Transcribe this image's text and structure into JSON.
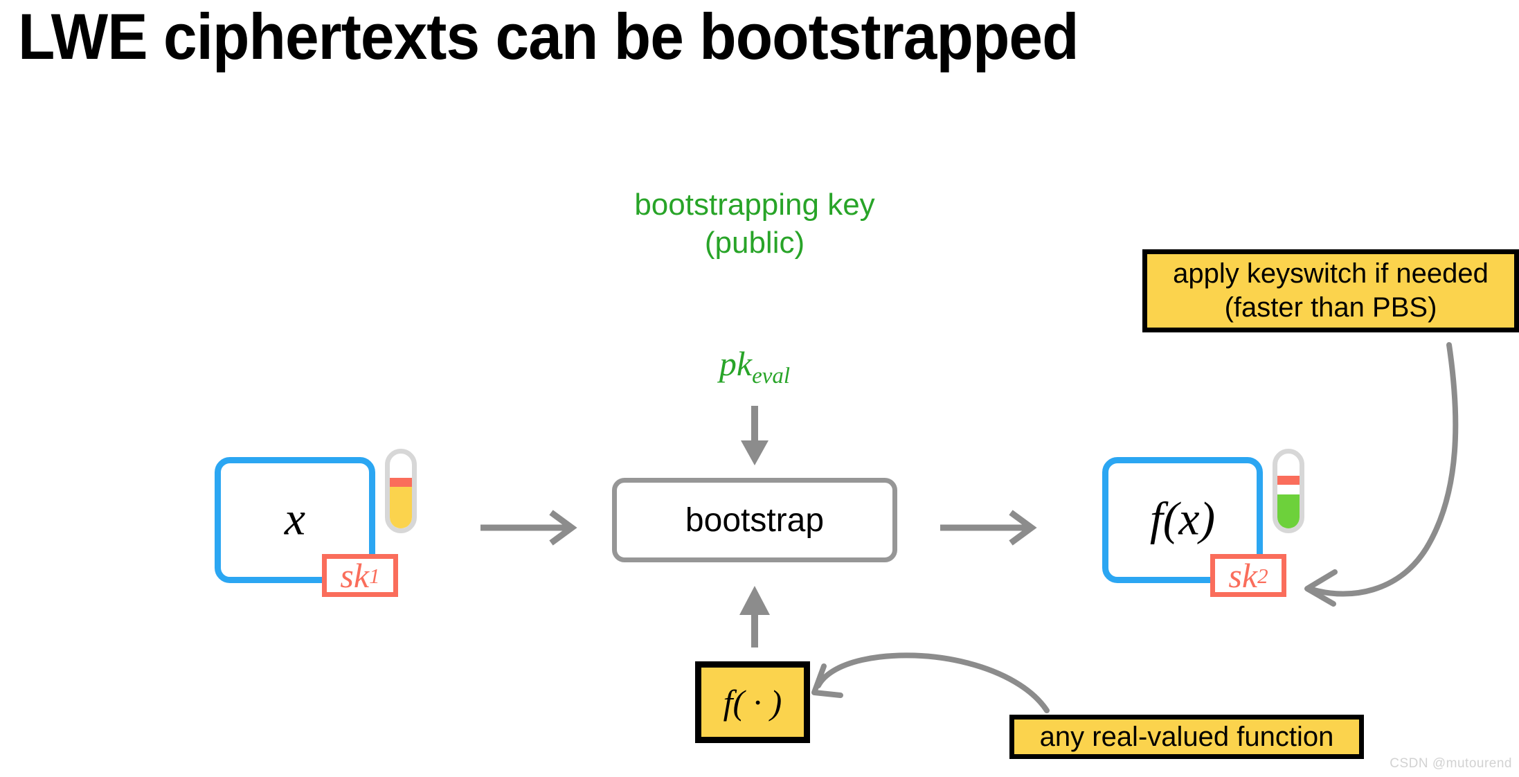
{
  "slide": {
    "title": "LWE ciphertexts can be bootstrapped",
    "background_color": "#ffffff",
    "watermark": "CSDN @mutourend"
  },
  "colors": {
    "title_text": "#000000",
    "key_green": "#28a428",
    "ciphertext_blue": "#2BA6F2",
    "secret_key_red": "#FA6D5B",
    "callout_yellow": "#FBD34D",
    "callout_border": "#000000",
    "process_gray": "#969696",
    "arrow_gray": "#8C8C8C",
    "noise_high": "#FBD34D",
    "noise_low": "#6DD13B",
    "thermo_outline": "#D7D7D7",
    "watermark_gray": "#D2D2D2"
  },
  "bootstrapping_key": {
    "line1": "bootstrapping key",
    "line2": "(public)",
    "symbol_base": "pk",
    "symbol_subscript": "eval"
  },
  "input_ciphertext": {
    "value": "x",
    "secret_key_base": "sk",
    "secret_key_subscript": "1",
    "noise_level_label": "high",
    "noise_fill_percent": 62,
    "noise_fill_color": "#FBD34D"
  },
  "process": {
    "label": "bootstrap"
  },
  "output_ciphertext": {
    "value": "f(x)",
    "secret_key_base": "sk",
    "secret_key_subscript": "2",
    "noise_level_label": "low",
    "noise_fill_percent": 45,
    "noise_fill_color": "#6DD13B"
  },
  "function_box": {
    "label": "f( · )"
  },
  "callouts": [
    {
      "name": "keyswitch-note",
      "line1": "apply keyswitch if needed",
      "line2": "(faster than PBS)"
    },
    {
      "name": "function-note",
      "line1": "any real-valued function",
      "line2": ""
    }
  ],
  "arrows": [
    {
      "name": "input-to-bootstrap",
      "direction": "right",
      "style": "straight"
    },
    {
      "name": "bootstrap-to-output",
      "direction": "right",
      "style": "straight"
    },
    {
      "name": "key-into-bootstrap",
      "direction": "down",
      "style": "straight"
    },
    {
      "name": "function-into-bootstrap",
      "direction": "up",
      "style": "straight"
    },
    {
      "name": "keyswitch-note-to-sk2",
      "direction": "left",
      "style": "curved-handdrawn"
    },
    {
      "name": "function-note-to-fn-box",
      "direction": "left",
      "style": "curved-handdrawn"
    }
  ]
}
